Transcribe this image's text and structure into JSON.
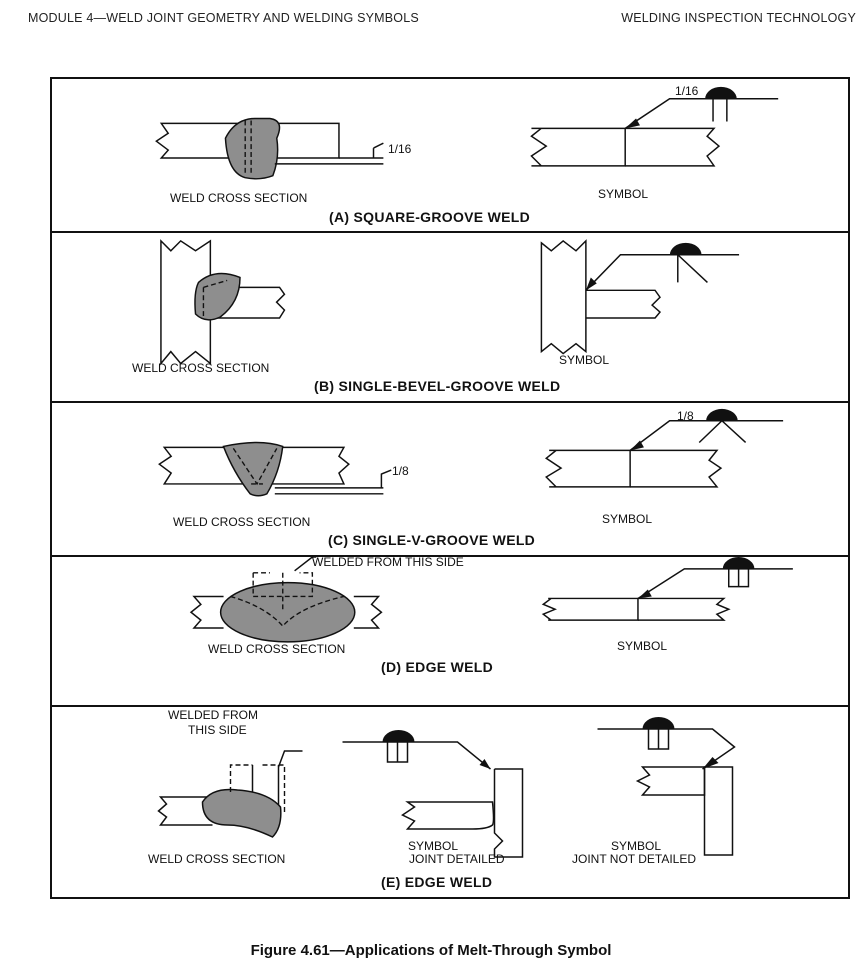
{
  "header": {
    "left": "MODULE 4—WELD JOINT GEOMETRY AND WELDING SYMBOLS",
    "right": "WELDING INSPECTION TECHNOLOGY"
  },
  "panels": [
    {
      "title": "(A) SQUARE-GROOVE WELD",
      "section_label": "WELD CROSS SECTION",
      "symbol_label": "SYMBOL",
      "dim_section": "1/16",
      "dim_symbol": "1/16"
    },
    {
      "title": "(B) SINGLE-BEVEL-GROOVE WELD",
      "section_label": "WELD CROSS SECTION",
      "symbol_label": "SYMBOL"
    },
    {
      "title": "(C) SINGLE-V-GROOVE WELD",
      "section_label": "WELD CROSS SECTION",
      "symbol_label": "SYMBOL",
      "dim_section": "1/8",
      "dim_symbol": "1/8"
    },
    {
      "title": "(D) EDGE WELD",
      "section_label": "WELD CROSS SECTION",
      "symbol_label": "SYMBOL",
      "note": "WELDED FROM THIS SIDE"
    },
    {
      "title": "(E) EDGE WELD",
      "section_label": "WELD CROSS SECTION",
      "note_line1": "WELDED FROM",
      "note_line2": "THIS SIDE",
      "symbol1_line1": "SYMBOL",
      "symbol1_line2": "JOINT DETAILED",
      "symbol2_line1": "SYMBOL",
      "symbol2_line2": "JOINT NOT DETAILED"
    }
  ],
  "caption": "Figure 4.61—Applications of Melt-Through Symbol"
}
